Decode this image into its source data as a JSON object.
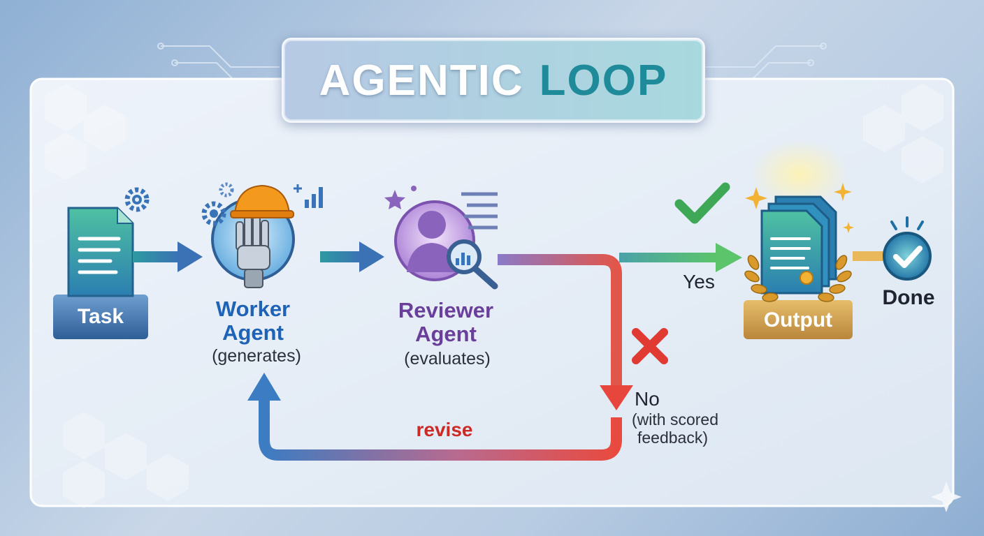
{
  "title": {
    "part1": "AGENTIC",
    "part2": "LOOP"
  },
  "nodes": {
    "task": {
      "label": "Task"
    },
    "worker": {
      "line1": "Worker",
      "line2": "Agent",
      "sub": "(generates)"
    },
    "reviewer": {
      "line1": "Reviewer",
      "line2": "Agent",
      "sub": "(evaluates)"
    },
    "output": {
      "label": "Output"
    },
    "done": {
      "label": "Done"
    }
  },
  "edges": {
    "yes": "Yes",
    "no": "No",
    "no_sub1": "(with scored",
    "no_sub2": "feedback)",
    "revise": "revise"
  },
  "colors": {
    "worker": "#1f63b7",
    "reviewer": "#6a3f9a",
    "yes": "#4cb26a",
    "no": "#e24b43",
    "revise": "#cc2a26",
    "accent": "#1f8a99"
  },
  "icons": [
    "document-icon",
    "gear-icon",
    "robot-hand-icon",
    "hard-hat-icon",
    "bar-chart-icon",
    "person-icon",
    "magnifier-icon",
    "star-icon",
    "checkmark-icon",
    "x-mark-icon",
    "laurel-icon",
    "sparkle-icon"
  ]
}
